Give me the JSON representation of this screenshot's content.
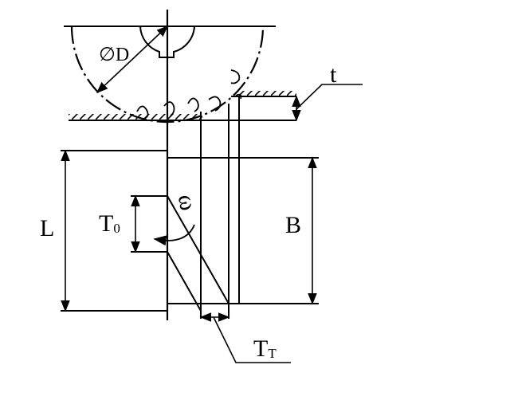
{
  "labels": {
    "diameter": "∅D",
    "depth": "t",
    "length": "L",
    "breadth": "B",
    "t0_main": "T",
    "t0_sub": "0",
    "omega": "ω",
    "tt_main": "T",
    "tt_sub": "T"
  }
}
